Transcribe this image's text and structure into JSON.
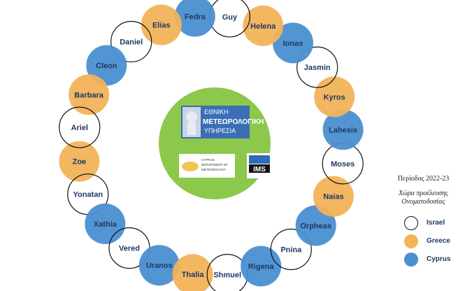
{
  "colors": {
    "israel": "#ffffff",
    "greece": "#f2b35a",
    "cyprus": "#4a8fd0",
    "center": "#8cc84b",
    "label": "#1f3864"
  },
  "names": [
    {
      "name": "Zoe",
      "country": "greece"
    },
    {
      "name": "Yonatan",
      "country": "israel"
    },
    {
      "name": "Xathia",
      "country": "cyprus"
    },
    {
      "name": "Vered",
      "country": "israel"
    },
    {
      "name": "Uranos",
      "country": "cyprus"
    },
    {
      "name": "Thalia",
      "country": "greece"
    },
    {
      "name": "Shmuel",
      "country": "israel"
    },
    {
      "name": "Rigena",
      "country": "cyprus"
    },
    {
      "name": "Pnina",
      "country": "israel"
    },
    {
      "name": "Orpheas",
      "country": "cyprus"
    },
    {
      "name": "Naias",
      "country": "greece"
    },
    {
      "name": "Moses",
      "country": "israel"
    },
    {
      "name": "Lahesis",
      "country": "cyprus"
    },
    {
      "name": "Kyros",
      "country": "greece"
    },
    {
      "name": "Jasmin",
      "country": "israel"
    },
    {
      "name": "Ionas",
      "country": "cyprus"
    },
    {
      "name": "Helena",
      "country": "greece"
    },
    {
      "name": "Guy",
      "country": "israel"
    },
    {
      "name": "Fedra",
      "country": "cyprus"
    },
    {
      "name": "Elias",
      "country": "greece"
    },
    {
      "name": "Daniel",
      "country": "israel"
    },
    {
      "name": "Cleon",
      "country": "cyprus"
    },
    {
      "name": "Barbara",
      "country": "greece"
    },
    {
      "name": "Ariel",
      "country": "israel"
    }
  ],
  "center": {
    "logo_main_line1": "ΕΘΝΙΚΗ",
    "logo_main_line2": "ΜΕΤΕΩΡΟΛΟΓΙΚΗ",
    "logo_main_line3": "ΥΠΗΡΕΣΙΑ",
    "logo_cyprus_line1": "CYPRUS",
    "logo_cyprus_line2": "DEPARTMENT OF",
    "logo_cyprus_line3": "METEOROLOGY",
    "logo_ims": "IMS"
  },
  "legend": {
    "period": "Περίοδος 2022-23",
    "subtitle_line1": "Χώρα προέλευσης",
    "subtitle_line2": "Ονοματοδοσίας",
    "items": [
      {
        "label": "Israel",
        "country": "israel"
      },
      {
        "label": "Greece",
        "country": "greece"
      },
      {
        "label": "Cyprus",
        "country": "cyprus"
      }
    ]
  }
}
